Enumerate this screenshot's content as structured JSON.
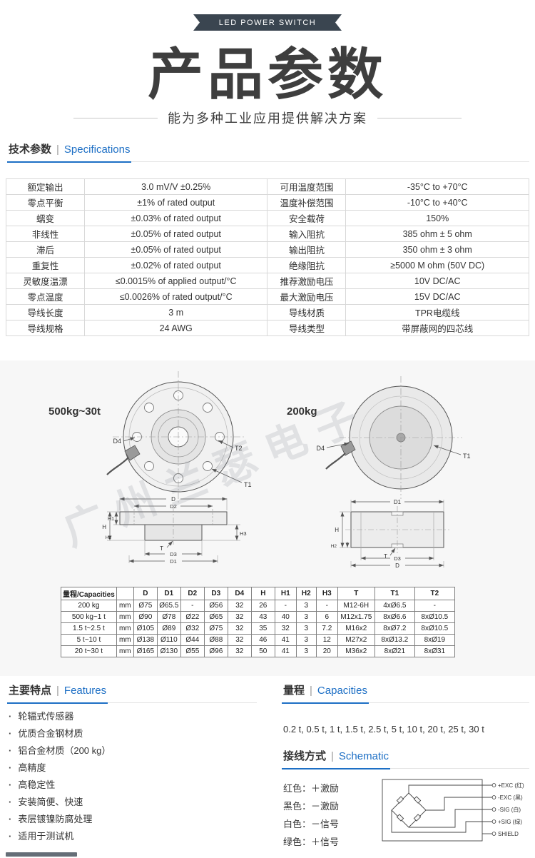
{
  "colors": {
    "accent": "#1d6fc5",
    "ribbon": "#3a4550"
  },
  "ribbon": {
    "label": "LED POWER SWITCH"
  },
  "title": "产品参数",
  "subtitle": "能为多种工业应用提供解决方案",
  "sections": {
    "specs": {
      "cn": "技术参数",
      "en": "Specifications"
    },
    "features": {
      "cn": "主要特点",
      "en": "Features"
    },
    "capacities": {
      "cn": "量程",
      "en": "Capacities"
    },
    "schematic": {
      "cn": "接线方式",
      "en": "Schematic"
    }
  },
  "specs_table": {
    "rows": [
      [
        "额定输出",
        "3.0 mV/V ±0.25%",
        "可用温度范围",
        "-35°C to +70°C"
      ],
      [
        "零点平衡",
        "±1% of rated output",
        "温度补偿范围",
        "-10°C to +40°C"
      ],
      [
        "蠕变",
        "±0.03% of rated output",
        "安全载荷",
        "150%"
      ],
      [
        "非线性",
        "±0.05% of rated output",
        "输入阻抗",
        "385 ohm ± 5 ohm"
      ],
      [
        "滞后",
        "±0.05% of rated output",
        "输出阻抗",
        "350 ohm ± 3 ohm"
      ],
      [
        "重复性",
        "±0.02% of rated output",
        "绝缘阻抗",
        "≥5000 M ohm (50V DC)"
      ],
      [
        "灵敏度温漂",
        "≤0.0015% of applied output/°C",
        "推荐激励电压",
        "10V DC/AC"
      ],
      [
        "零点温度",
        "≤0.0026% of rated output/°C",
        "最大激励电压",
        "15V DC/AC"
      ],
      [
        "导线长度",
        "3 m",
        "导线材质",
        "TPR电缆线"
      ],
      [
        "导线规格",
        "24 AWG",
        "导线类型",
        "带屏蔽网的四芯线"
      ]
    ]
  },
  "drawing": {
    "caption_left": "500kg~30t",
    "caption_right": "200kg",
    "watermark": "广州兰瑟电子",
    "dims": {
      "d": "D",
      "d1": "D1",
      "d2": "D2",
      "d3": "D3",
      "d4": "D4",
      "h": "H",
      "h1": "H1",
      "h2": "H2",
      "h3": "H3",
      "t": "T",
      "t1": "T1",
      "t2": "T2"
    }
  },
  "dim_table": {
    "headers": [
      "量程/Capacities",
      "",
      "D",
      "D1",
      "D2",
      "D3",
      "D4",
      "H",
      "H1",
      "H2",
      "H3",
      "T",
      "T1",
      "T2"
    ],
    "rows": [
      [
        "200 kg",
        "mm",
        "Ø75",
        "Ø65.5",
        "-",
        "Ø56",
        "32",
        "26",
        "-",
        "3",
        "-",
        "M12-6H",
        "4xØ6.5",
        "-"
      ],
      [
        "500 kg~1 t",
        "mm",
        "Ø90",
        "Ø78",
        "Ø22",
        "Ø65",
        "32",
        "43",
        "40",
        "3",
        "6",
        "M12x1.75",
        "8xØ6.6",
        "8xØ10.5"
      ],
      [
        "1.5 t~2.5 t",
        "mm",
        "Ø105",
        "Ø89",
        "Ø32",
        "Ø75",
        "32",
        "35",
        "32",
        "3",
        "7.2",
        "M16x2",
        "8xØ7.2",
        "8xØ10.5"
      ],
      [
        "5 t~10 t",
        "mm",
        "Ø138",
        "Ø110",
        "Ø44",
        "Ø88",
        "32",
        "46",
        "41",
        "3",
        "12",
        "M27x2",
        "8xØ13.2",
        "8xØ19"
      ],
      [
        "20 t~30 t",
        "mm",
        "Ø165",
        "Ø130",
        "Ø55",
        "Ø96",
        "32",
        "50",
        "41",
        "3",
        "20",
        "M36x2",
        "8xØ21",
        "8xØ31"
      ]
    ]
  },
  "features": {
    "items": [
      "轮辐式传感器",
      "优质合金钢材质",
      "铝合金材质（200 kg）",
      "高精度",
      "高稳定性",
      "安装简便、快速",
      "表层镀镍防腐处理",
      "适用于测试机"
    ]
  },
  "capacities": {
    "value": "0.2 t, 0.5 t, 1 t, 1.5 t, 2.5 t, 5 t, 10 t, 20 t, 25 t, 30 t"
  },
  "schematic": {
    "wires": [
      "红色：＋激励",
      "黑色：－激励",
      "白色：－信号",
      "绿色：＋信号"
    ],
    "terminals": [
      "+EXC (红)",
      "-EXC (黑)",
      "-SIG (白)",
      "+SIG (绿)",
      "SHIELD"
    ]
  }
}
